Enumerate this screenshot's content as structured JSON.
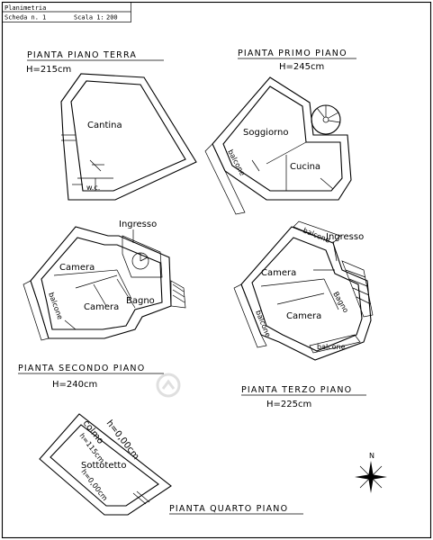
{
  "header": {
    "title": "Planimetria",
    "scheda_label": "Scheda n.",
    "scheda_value": "1",
    "scala_label": "Scala 1:",
    "scala_value": "200"
  },
  "plans": {
    "piano_terra": {
      "title": "PIANTA PIANO TERRA",
      "height": "H=215cm",
      "rooms": {
        "cantina": "Cantina",
        "wc": "w.c."
      }
    },
    "primo_piano": {
      "title": "PIANTA PRIMO PIANO",
      "height": "H=245cm",
      "rooms": {
        "soggiorno": "Soggiorno",
        "cucina": "Cucina",
        "balcone": "balcone"
      }
    },
    "secondo_piano": {
      "title": "PIANTA SECONDO PIANO",
      "height": "H=240cm",
      "rooms": {
        "ingresso": "Ingresso",
        "camera_1": "Camera",
        "camera_2": "Camera",
        "bagno": "Bagno",
        "balcone": "balcone"
      }
    },
    "terzo_piano": {
      "title": "PIANTA TERZO PIANO",
      "height": "H=225cm",
      "rooms": {
        "balcone_top": "balcone",
        "ingresso": "Ingresso",
        "camera_1": "Camera",
        "camera_2": "Camera",
        "bagno": "Bagno",
        "balcone_left": "balcone",
        "balcone_bottom": "balcone"
      }
    },
    "quarto_piano": {
      "title": "PIANTA QUARTO PIANO",
      "rooms": {
        "colmo": "colmo",
        "colmo_h": "h=115cm",
        "h_top": "h=0,00cm",
        "sottotetto": "Sottotetto",
        "h_bottom": "h=0,00cm"
      }
    }
  },
  "compass": {
    "north": "N"
  }
}
